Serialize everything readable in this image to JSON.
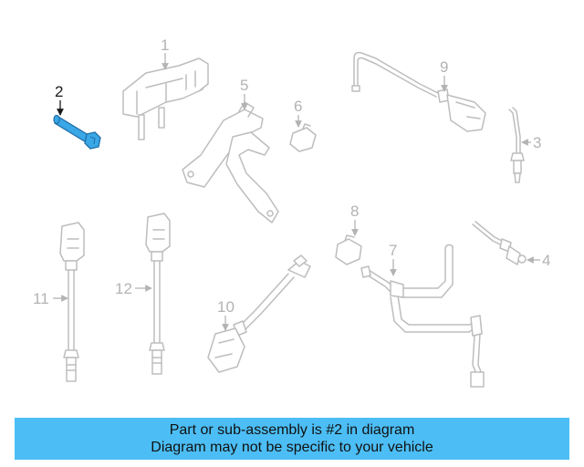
{
  "diagram": {
    "highlight_color": "#3aa7e6",
    "callouts": [
      {
        "id": "c1",
        "label": "1"
      },
      {
        "id": "c2",
        "label": "2"
      },
      {
        "id": "c3",
        "label": "3"
      },
      {
        "id": "c4",
        "label": "4"
      },
      {
        "id": "c5",
        "label": "5"
      },
      {
        "id": "c6",
        "label": "6"
      },
      {
        "id": "c7",
        "label": "7"
      },
      {
        "id": "c8",
        "label": "8"
      },
      {
        "id": "c9",
        "label": "9"
      },
      {
        "id": "c10",
        "label": "10"
      },
      {
        "id": "c11",
        "label": "11"
      },
      {
        "id": "c12",
        "label": "12"
      }
    ]
  },
  "banner": {
    "line1": "Part or sub-assembly is #2 in diagram",
    "line2": "Diagram may not be specific to your vehicle",
    "background": "#4cbef5"
  }
}
